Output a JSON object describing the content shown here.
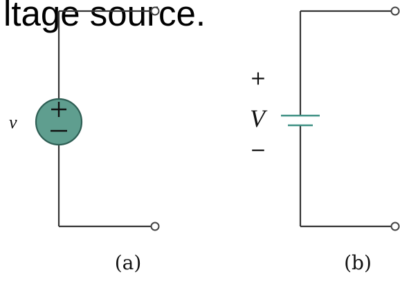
{
  "heading": {
    "text": "ltage source."
  },
  "circuit_a": {
    "variable_label": "v",
    "source_plus": "+",
    "source_minus": "−",
    "caption": "(a)"
  },
  "circuit_b": {
    "plus_label": "+",
    "variable_label": "V",
    "minus_label": "−",
    "caption": "(b)"
  },
  "colors": {
    "source_fill": "#5f9e8f",
    "battery_plate": "#3c8f82",
    "wire": "#333333"
  }
}
